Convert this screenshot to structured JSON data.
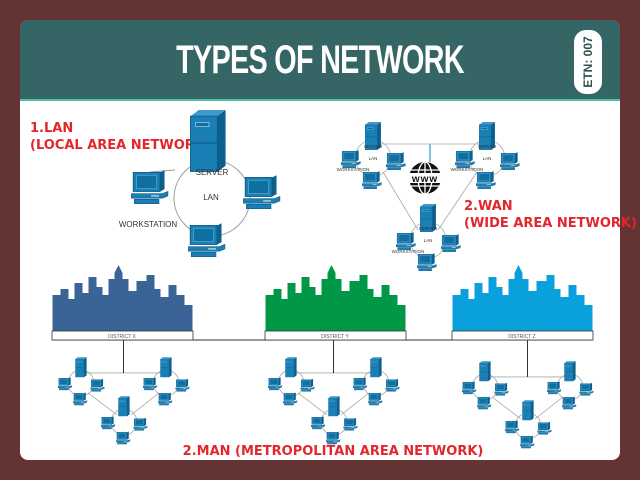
{
  "header": {
    "title": "TYPES OF NETWORK",
    "badge": "ETN: 007"
  },
  "lan": {
    "heading": "1.LAN",
    "subheading": "(LOCAL AREA NETWORK)",
    "server_label": "SERVER",
    "ring_label": "LAN",
    "workstation_label": "WORKSTATION"
  },
  "wan": {
    "heading": "2.WAN",
    "subheading": "(WIDE AREA NETWORK)",
    "server_label": "SERVER",
    "ring_label": "LAN",
    "workstation_label": "WORKSTATION",
    "globe_text": "www",
    "globe_icon": "globe-icon"
  },
  "man": {
    "heading": "2.MAN (METROPOLITAN AREA NETWORK)",
    "districts": [
      {
        "label": "DISTRICT X",
        "color": "#3a6496"
      },
      {
        "label": "DISTRICT Y",
        "color": "#009846"
      },
      {
        "label": "DISTRICT Z",
        "color": "#0aa0dc"
      }
    ]
  },
  "colors": {
    "background": "#633433",
    "header": "#356565",
    "accent_red": "#e2262b",
    "device_blue": "#1a7fb5"
  }
}
